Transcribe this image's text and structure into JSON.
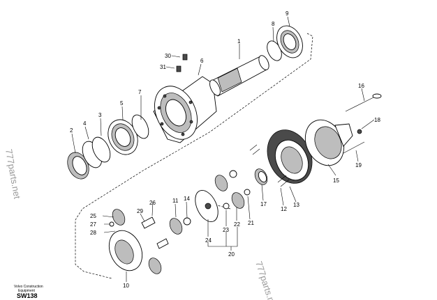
{
  "callouts": {
    "c1": "1",
    "c2": "2",
    "c3": "3",
    "c4": "4",
    "c5": "5",
    "c6": "6",
    "c7": "7",
    "c8": "8",
    "c9": "9",
    "c10": "10",
    "c11": "11",
    "c12": "12",
    "c13": "13",
    "c14": "14",
    "c15": "15",
    "c16": "16",
    "c17": "17",
    "c18": "18",
    "c19": "19",
    "c20": "20",
    "c21": "21",
    "c22": "22",
    "c23": "23",
    "c24": "24",
    "c25": "25",
    "c26": "26",
    "c27": "27",
    "c28": "28",
    "c29": "29",
    "c30": "30",
    "c31": "31"
  },
  "watermarks": {
    "left": "777parts.net",
    "bottom": "777parts.n"
  },
  "footer": {
    "brand_line1": "Volvo Construction",
    "brand_line2": "Equipment",
    "code": "SW138"
  }
}
